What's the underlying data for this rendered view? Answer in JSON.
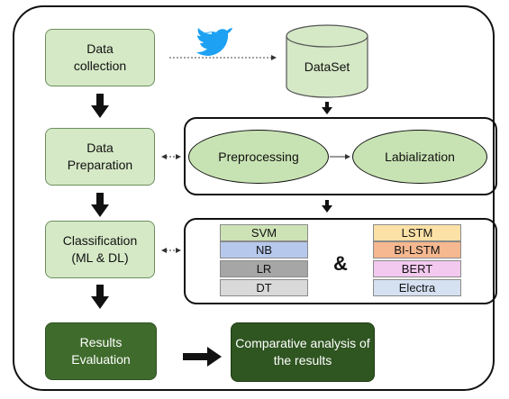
{
  "left_flow": {
    "data_collection": "Data\ncollection",
    "data_preparation": "Data\nPreparation",
    "classification": "Classification\n(ML & DL)",
    "results_evaluation": "Results\nEvaluation"
  },
  "dataset_label": "DataSet",
  "preprocessing_panel": {
    "step1": "Preprocessing",
    "step2": "Labialization"
  },
  "models": {
    "ml": [
      "SVM",
      "NB",
      "LR",
      "DT"
    ],
    "dl": [
      "LSTM",
      "BI-LSTM",
      "BERT",
      "Electra"
    ],
    "separator": "&"
  },
  "comparative": "Comparative analysis of\nthe results",
  "icons": {
    "source": "twitter-bird-icon"
  },
  "colors": {
    "ml": [
      "#cde3b6",
      "#b6c9ec",
      "#a6a6a6",
      "#d9d9d9"
    ],
    "dl": [
      "#fbe1a6",
      "#f6b890",
      "#f3c9ef",
      "#d5e1f1"
    ],
    "twitter": "#1da1f2"
  }
}
